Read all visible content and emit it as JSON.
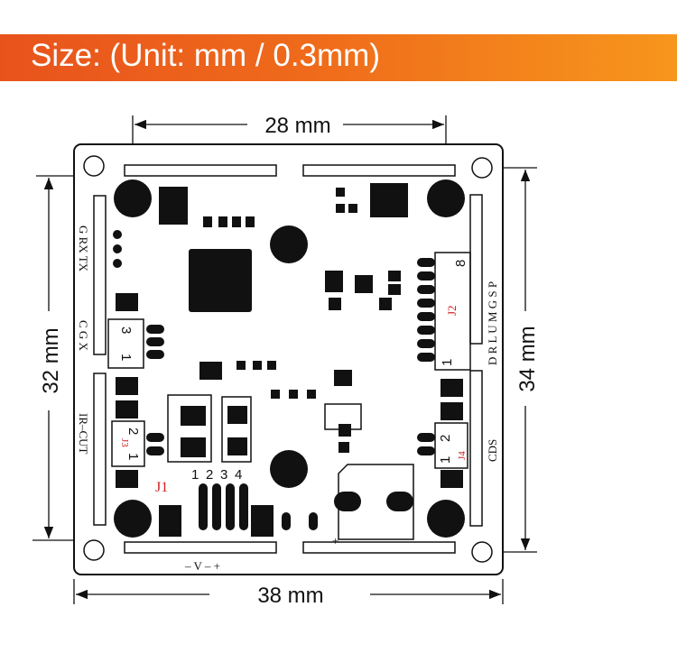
{
  "header": {
    "title": "Size: (Unit: mm / 0.3mm)"
  },
  "dimensions": {
    "top": "28 mm",
    "bottom": "38 mm",
    "left": "32 mm",
    "right": "34 mm"
  },
  "silkscreen": {
    "uart": "G RX TX",
    "cgx": "C G X",
    "ircut": "IR–CUT",
    "video": "D R L U M G S P",
    "cds": "CDS",
    "power": "–  V  –  +",
    "plus": "+",
    "j1": "J1",
    "j2": "J2",
    "j3": "J3",
    "j4": "J4",
    "j1_pins": [
      "1",
      "2",
      "3",
      "4"
    ],
    "cgx_pins": [
      "3",
      "1"
    ],
    "j3_pins": [
      "2",
      "1"
    ],
    "j2_pins": [
      "8",
      "1"
    ],
    "j4_pins": [
      "1",
      "2"
    ]
  },
  "colors": {
    "banner_start": "#e8531c",
    "banner_end": "#f7961c",
    "label_red": "#d21f1f"
  }
}
